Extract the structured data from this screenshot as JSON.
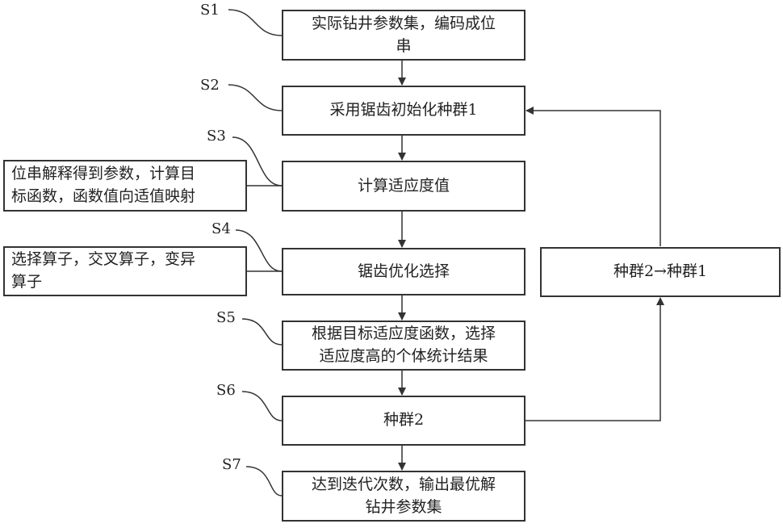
{
  "steps": [
    {
      "id": "S1",
      "text": "实际钻井参数集，编码成位\n串"
    },
    {
      "id": "S2",
      "text": "采用锯齿初始化种群1"
    },
    {
      "id": "S3",
      "text": "计算适应度值"
    },
    {
      "id": "S4",
      "text": "锯齿优化选择"
    },
    {
      "id": "S5",
      "text": "根据目标适应度函数，选择\n适应度高的个体统计结果"
    },
    {
      "id": "S6",
      "text": "种群2"
    },
    {
      "id": "S7",
      "text": "达到迭代次数，输出最优解\n钻井参数集"
    }
  ],
  "side_notes": {
    "s3_note": "位串解释得到参数，计算目\n标函数，函数值向适值映射",
    "s4_note": "选择算子，交叉算子，变异\n算子"
  },
  "loop_box": "种群2→种群1"
}
